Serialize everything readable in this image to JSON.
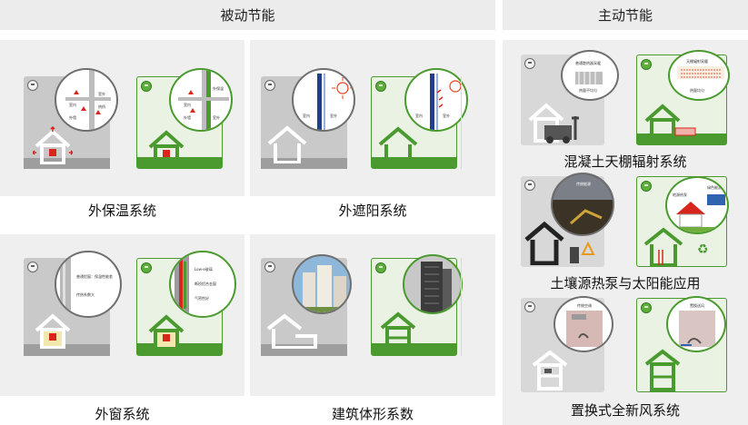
{
  "headers": {
    "passive": "被动节能",
    "active": "主动节能"
  },
  "passive_systems": [
    {
      "label": "外保温系统",
      "detail_bad": [
        "室外",
        "室内",
        "外墙",
        "热桥"
      ],
      "detail_good": [
        "外保温",
        "室内",
        "外墙",
        "室外"
      ]
    },
    {
      "label": "外遮阳系统",
      "detail_bad": [
        "室内",
        "室外"
      ],
      "detail_good": [
        "室内",
        "室外"
      ]
    },
    {
      "label": "外窗系统",
      "detail_bad": [
        "普通铝窗：保温性能差",
        "传热系数大"
      ],
      "detail_good": [
        "Low-e玻璃",
        "断桥铝合金窗",
        "气密性好"
      ]
    },
    {
      "label": "建筑体形系数"
    }
  ],
  "active_systems": [
    {
      "label": "混凝土天棚辐射系统",
      "detail_bad": [
        "普通散热器采暖",
        "热量不均匀"
      ],
      "detail_good": [
        "天棚辐射采暖",
        "热量均匀"
      ]
    },
    {
      "label": "土壤源热泵与太阳能应用",
      "detail_bad": [
        "传统能源"
      ],
      "detail_good": [
        "绿色能源",
        "地源热泵"
      ]
    },
    {
      "label": "置换式全新风系统",
      "detail_bad": [
        "传统空调"
      ],
      "detail_good": [
        "置换送风"
      ]
    }
  ],
  "icons": {
    "sad": "sad-face-icon",
    "happy": "happy-face-icon",
    "recycle": "recycle-icon"
  },
  "colors": {
    "green": "#4a9a2f",
    "gray": "#c9c9c9",
    "header_bg": "#ececec",
    "red_arrow": "#d9261c"
  }
}
